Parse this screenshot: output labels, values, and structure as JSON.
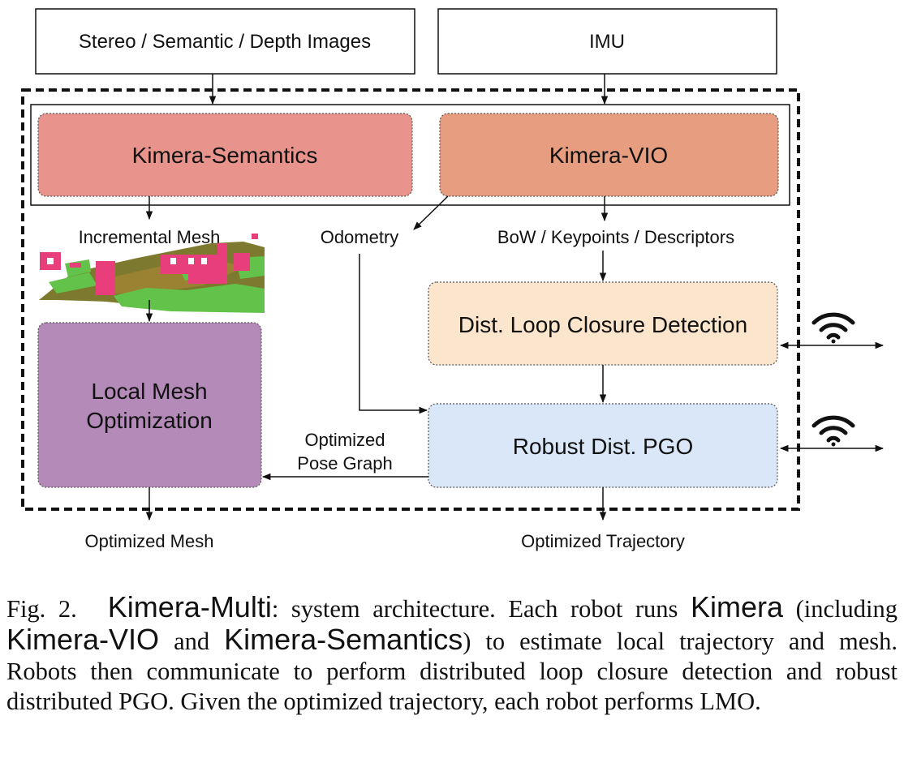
{
  "diagram": {
    "inputs": {
      "images": "Stereo / Semantic / Depth Images",
      "imu": "IMU"
    },
    "modules": {
      "kimera_semantics": "Kimera-Semantics",
      "kimera_vio": "Kimera-VIO",
      "loop_closure": "Dist. Loop Closure Detection",
      "pgo": "Robust Dist. PGO",
      "lmo_line1": "Local Mesh",
      "lmo_line2": "Optimization"
    },
    "edges": {
      "incremental_mesh": "Incremental Mesh",
      "odometry": "Odometry",
      "bow": "BoW / Keypoints / Descriptors",
      "pose_graph_line1": "Optimized",
      "pose_graph_line2": "Pose Graph"
    },
    "outputs": {
      "mesh": "Optimized Mesh",
      "trajectory": "Optimized Trajectory"
    },
    "icons": [
      "wifi-icon",
      "wifi-icon"
    ],
    "colors": {
      "semantics": "#e8948c",
      "vio": "#e79d80",
      "loop_closure": "#fbe5cc",
      "pgo": "#dae7f8",
      "lmo": "#b48ab9",
      "mesh_pink": "#e83e7c",
      "mesh_green": "#62c24a",
      "mesh_olive": "#8a7a2a"
    }
  },
  "caption": {
    "fig": "Fig. 2.",
    "p1": "Kimera-Multi",
    "p2": ": system architecture. Each robot runs ",
    "p3": "Kimera",
    "p4": " (including ",
    "p5": "Kimera-VIO",
    "p6": " and ",
    "p7": "Kimera-Semantics",
    "p8": ") to estimate local trajectory and mesh. Robots then communicate to perform distributed loop closure detection and robust distributed PGO. Given the optimized trajectory, each robot performs LMO."
  }
}
